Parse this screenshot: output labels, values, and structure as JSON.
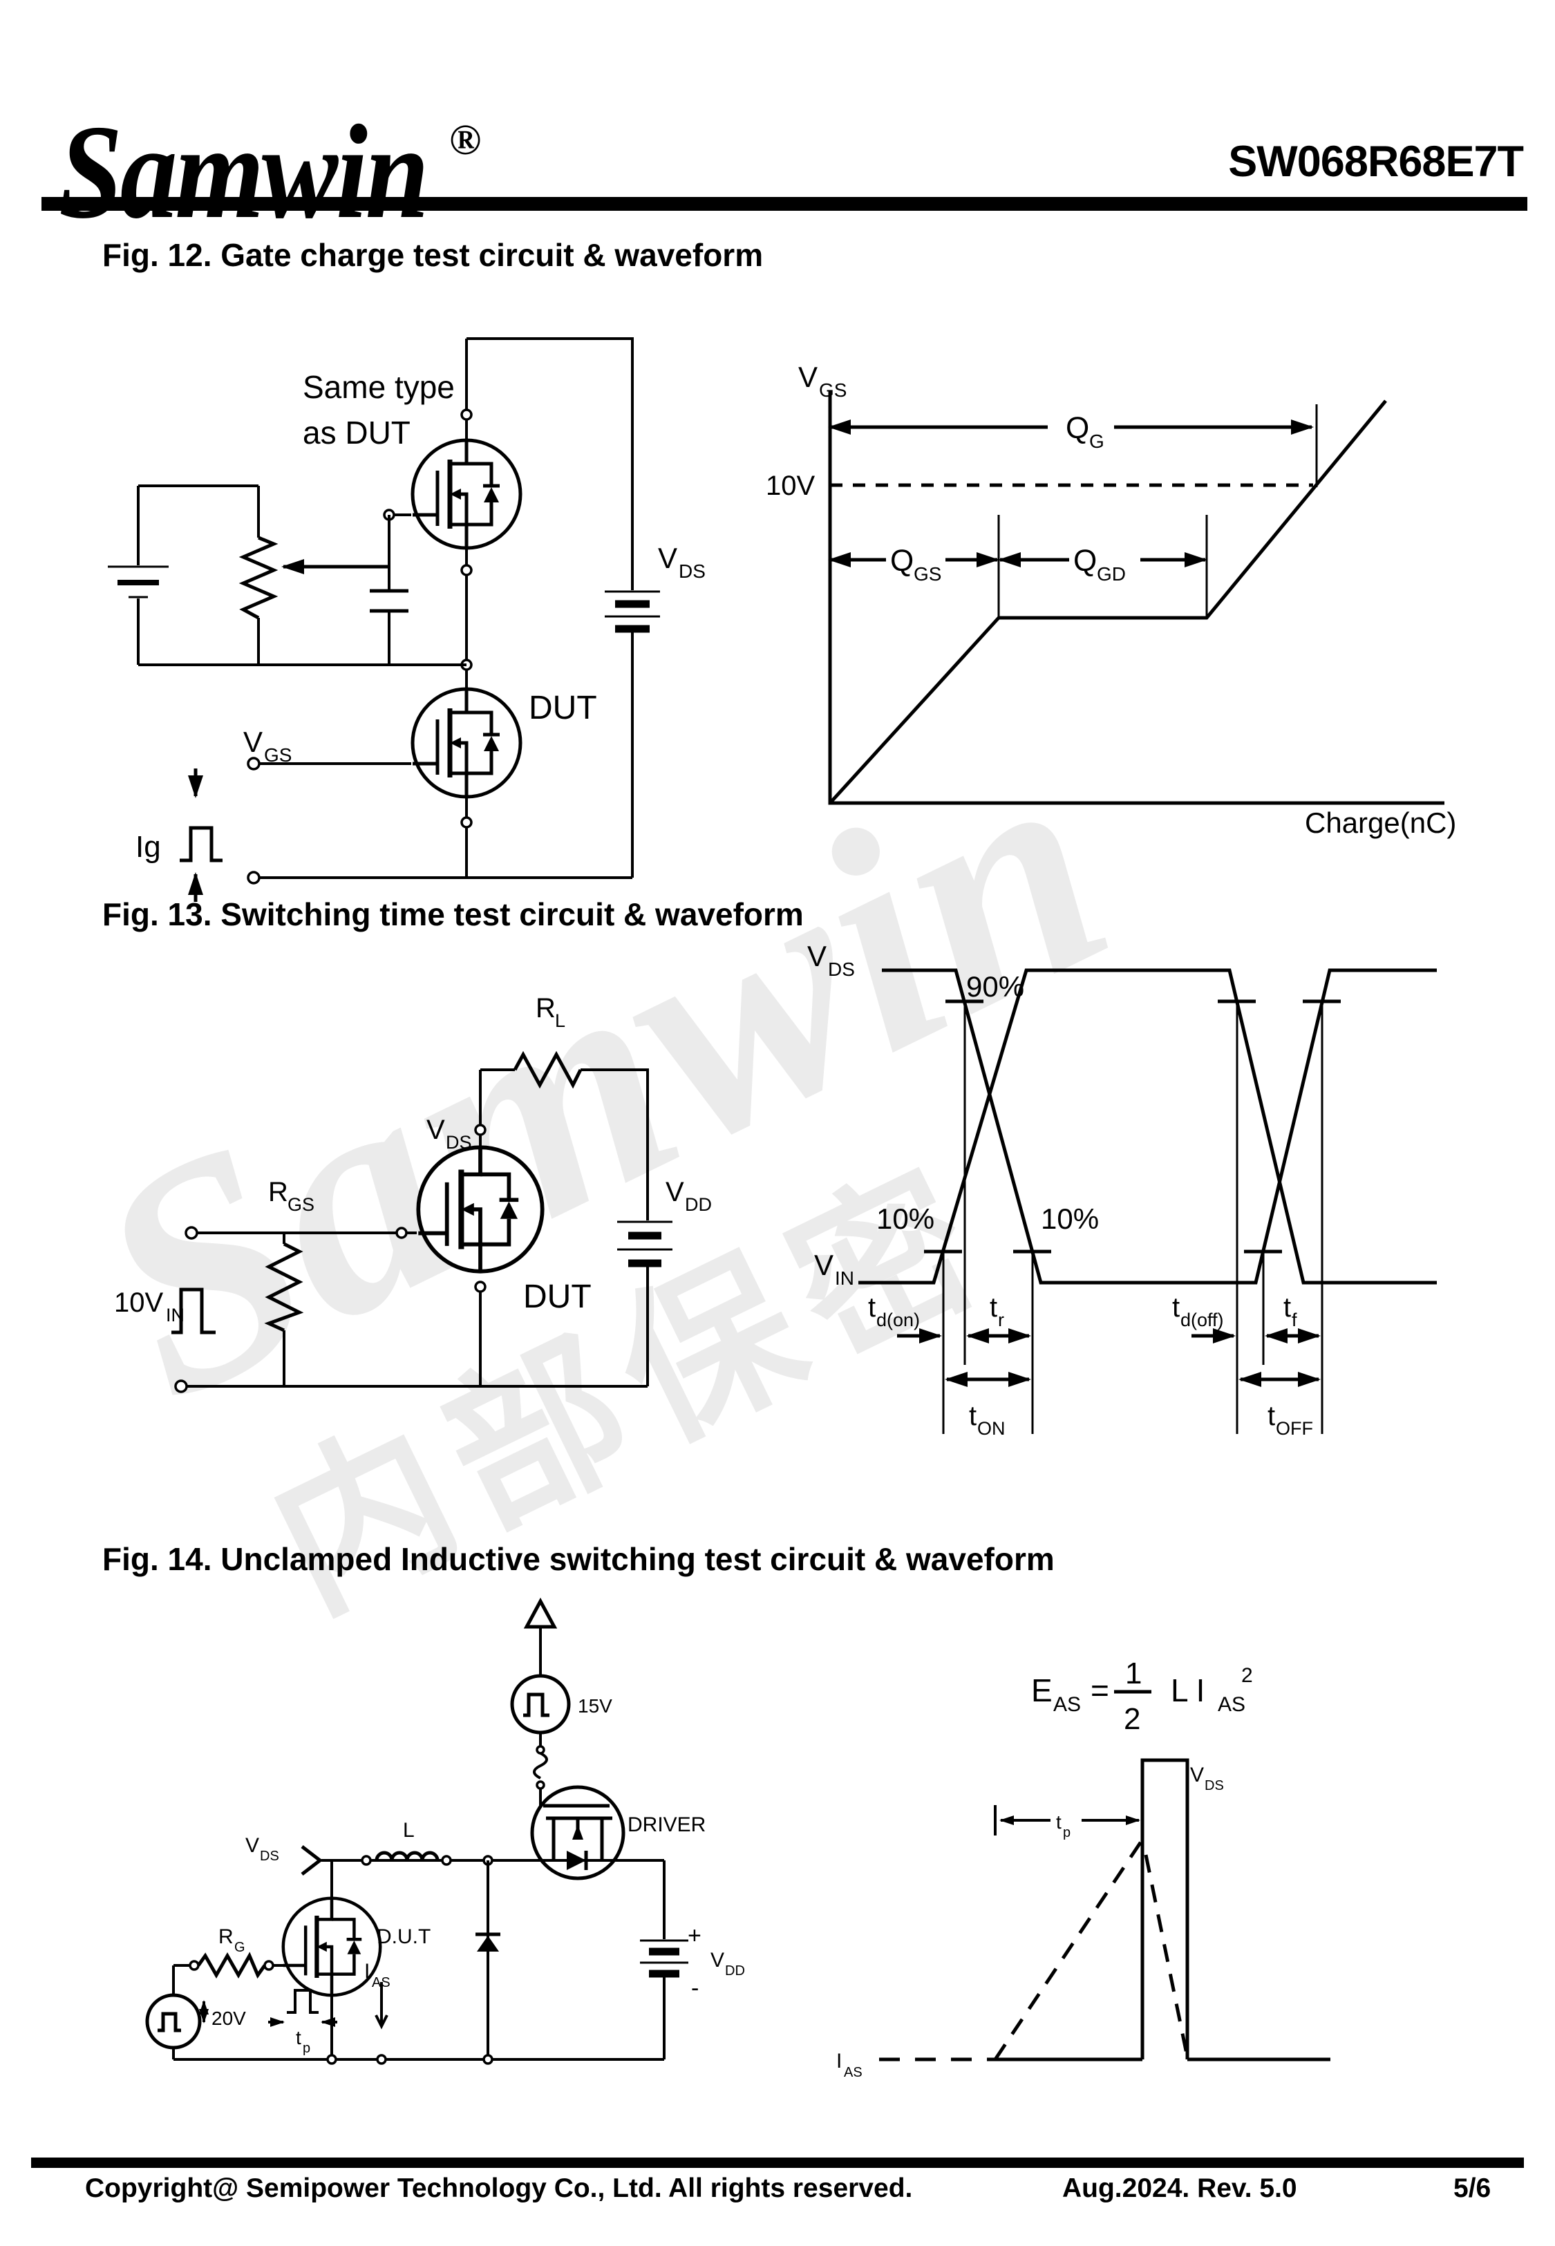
{
  "header": {
    "logo": "Samwin",
    "reg": "®",
    "part": "SW068R68E7T"
  },
  "watermark": {
    "line1": "Samwin",
    "line2": "内部保密"
  },
  "fig12": {
    "title": "Fig. 12. Gate charge test circuit & waveform",
    "circuit": {
      "same_type_line1": "Same type",
      "same_type_line2": "as DUT",
      "vds": {
        "m": "V",
        "s": "DS"
      },
      "vgs": {
        "m": "V",
        "s": "GS"
      },
      "ig": "Ig",
      "dut": "DUT"
    },
    "waveform": {
      "yaxis": {
        "m": "V",
        "s": "GS"
      },
      "v10": "10V",
      "qg": {
        "m": "Q",
        "s": "G"
      },
      "qgs": {
        "m": "Q",
        "s": "GS"
      },
      "qgd": {
        "m": "Q",
        "s": "GD"
      },
      "xlabel": "Charge(nC)"
    }
  },
  "fig13": {
    "title": "Fig. 13. Switching time test circuit & waveform",
    "circuit": {
      "rl": {
        "m": "R",
        "s": "L"
      },
      "rgs": {
        "m": "R",
        "s": "GS"
      },
      "vds": {
        "m": "V",
        "s": "DS"
      },
      "vdd": {
        "m": "V",
        "s": "DD"
      },
      "vin": {
        "m": "10V",
        "s": "IN"
      },
      "dut": "DUT"
    },
    "waveform": {
      "vds": {
        "m": "V",
        "s": "DS"
      },
      "vin": {
        "m": "V",
        "s": "IN"
      },
      "p90": "90%",
      "p10a": "10%",
      "p10b": "10%",
      "tdon": {
        "m": "t",
        "s": "d(on)"
      },
      "tr": {
        "m": "t",
        "s": "r"
      },
      "tdoff": {
        "m": "t",
        "s": "d(off)"
      },
      "tf": {
        "m": "t",
        "s": "f"
      },
      "ton": {
        "m": "t",
        "s": "ON"
      },
      "toff": {
        "m": "t",
        "s": "OFF"
      }
    }
  },
  "fig14": {
    "title": "Fig. 14. Unclamped Inductive switching test circuit & waveform",
    "circuit": {
      "v15": "15V",
      "driver": "DRIVER",
      "l": "L",
      "vds": {
        "m": "V",
        "s": "DS"
      },
      "rg": {
        "m": "R",
        "s": "G"
      },
      "dut": "D.U.T",
      "ias": {
        "m": "I",
        "s": "AS"
      },
      "v20": "20V",
      "tp": {
        "m": "t",
        "s": "p"
      },
      "plus": "+",
      "minus": "-",
      "vdd": {
        "m": "V",
        "s": "DD"
      }
    },
    "waveform": {
      "eas": {
        "m": "E",
        "s": "AS"
      },
      "eq": "=",
      "num": "1",
      "den": "2",
      "li": {
        "m": "L I",
        "s": "AS",
        "sup": "2"
      },
      "vds": {
        "m": "V",
        "s": "DS"
      },
      "tp": {
        "m": "t",
        "s": "p"
      },
      "ias": {
        "m": "I",
        "s": "AS"
      }
    }
  },
  "footer": {
    "copyright": "Copyright@ Semipower Technology Co., Ltd. All rights reserved.",
    "rev": "Aug.2024. Rev. 5.0",
    "page": "5/6"
  }
}
